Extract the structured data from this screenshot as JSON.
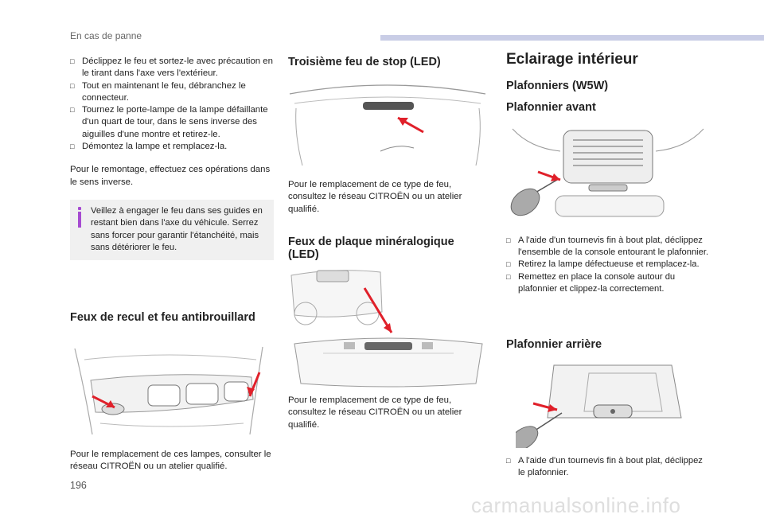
{
  "header": {
    "section": "En cas de panne"
  },
  "page_number": "196",
  "watermark": "carmanualsonline.info",
  "col1": {
    "bullets": [
      "Déclippez le feu et sortez-le avec précaution en le tirant dans l'axe vers l'extérieur.",
      "Tout en maintenant le feu, débranchez le connecteur.",
      "Tournez le porte-lampe de la lampe défaillante d'un quart de tour, dans le sens inverse des aiguilles d'une montre et retirez-le.",
      "Démontez la lampe et remplacez-la."
    ],
    "para": "Pour le remontage, effectuez ces opérations dans le sens inverse.",
    "note": "Veillez à engager le feu dans ses guides en restant bien dans l'axe du véhicule. Serrez sans forcer pour garantir l'étanchéité, mais sans détériorer le feu.",
    "heading": "Feux de recul et feu antibrouillard",
    "caption": "Pour le remplacement de ces lampes, consulter le réseau CITROËN ou un atelier qualifié."
  },
  "col2": {
    "heading1": "Troisième feu de stop (LED)",
    "caption1": "Pour le remplacement de ce type de feu, consultez le réseau CITROËN ou un atelier qualifié.",
    "heading2": "Feux de plaque minéralogique (LED)",
    "caption2": "Pour le remplacement de ce type de feu, consultez le réseau CITROËN ou un atelier qualifié."
  },
  "col3": {
    "title": "Eclairage intérieur",
    "subtitle": "Plafonniers (W5W)",
    "front_heading": "Plafonnier avant",
    "front_bullets": [
      "A l'aide d'un tournevis fin à bout plat, déclippez l'ensemble de la console entourant le plafonnier.",
      "Retirez la lampe défectueuse et remplacez-la.",
      "Remettez en place la console autour du plafonnier et clippez-la correctement."
    ],
    "rear_heading": "Plafonnier arrière",
    "rear_bullets": [
      "A l'aide d'un tournevis fin à bout plat, déclippez le plafonnier."
    ]
  },
  "colors": {
    "accent_arrow": "#e0202a",
    "note_icon": "#a64bd1",
    "header_bar": "#c9cde6",
    "note_bg": "#f0f0f0"
  },
  "icons": {
    "bullet": "square-bullet-icon",
    "note": "info-icon"
  }
}
